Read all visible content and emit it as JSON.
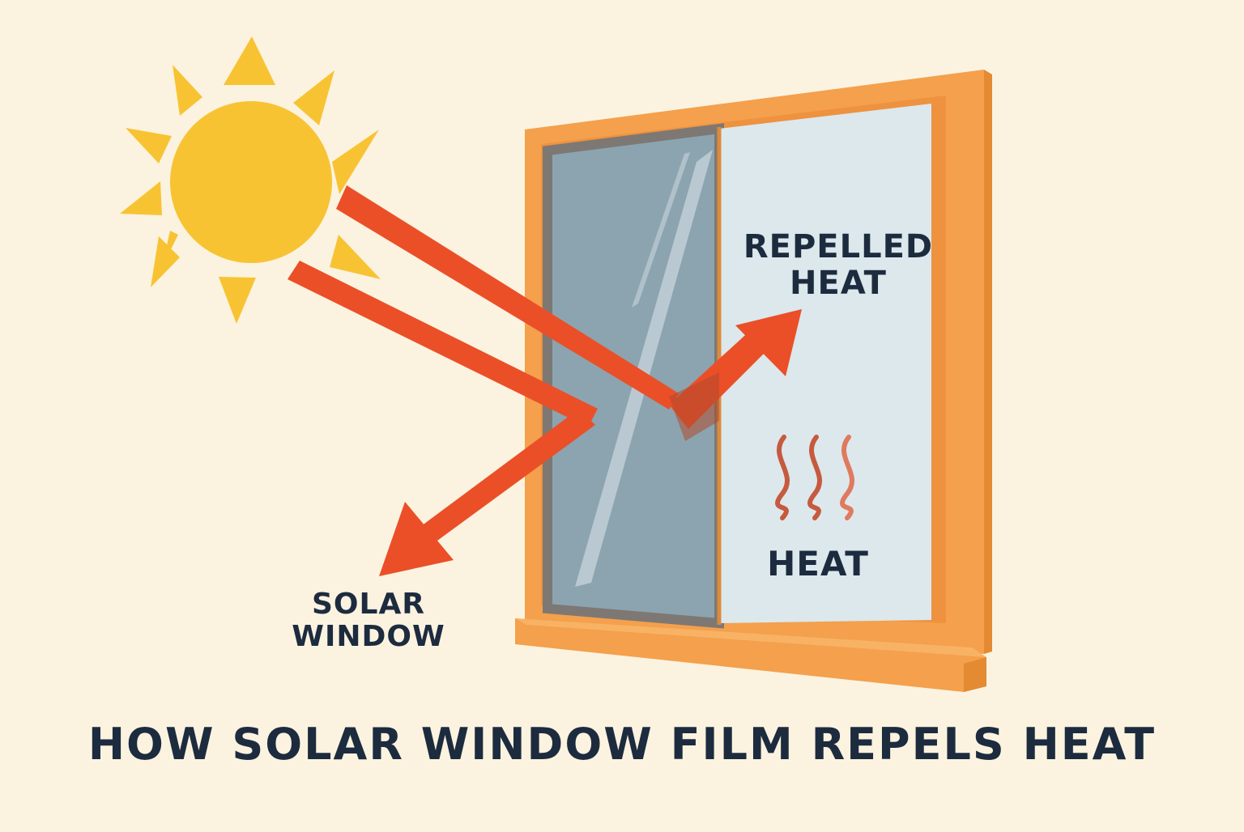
{
  "title": "HOW SOLAR WINDOW FILM REPELS HEAT",
  "labels": {
    "repelled_heat_line1": "REPELLED",
    "repelled_heat_line2": "HEAT",
    "heat": "HEAT",
    "solar_window_line1": "SOLAR",
    "solar_window_line2": "WINDOW"
  },
  "colors": {
    "background": "#fbf3df",
    "sun": "#f8c333",
    "ray": "#eb4f28",
    "frame": "#f4a04c",
    "glass_film": "#8ba4b0",
    "glass_clear": "#dce8ec",
    "heat_waves": "#c65a3f",
    "text": "#1d2b3f"
  },
  "icons": [
    "sun-icon",
    "heat-waves-icon",
    "window-icon"
  ]
}
